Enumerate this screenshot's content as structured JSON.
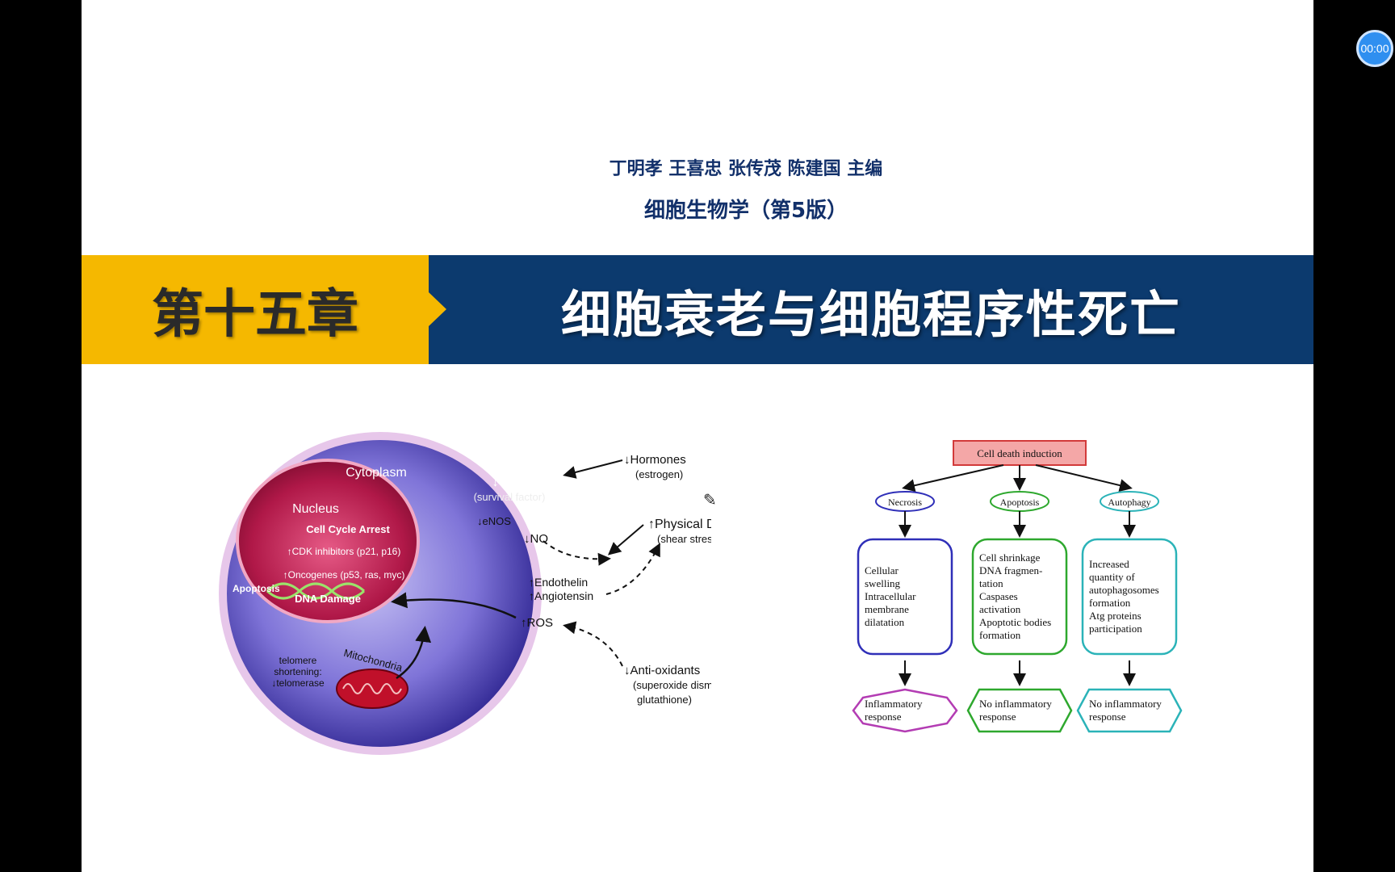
{
  "header": {
    "authors": "丁明孝  王喜忠  张传茂  陈建国  主编",
    "book": "细胞生物学（第5版）"
  },
  "banner": {
    "chapter": "第十五章",
    "title": "细胞衰老与细胞程序性死亡"
  },
  "timer": "00:00",
  "cell_diagram": {
    "cytoplasm": "Cytoplasm",
    "nucleus": "Nucleus",
    "cell_cycle_arrest": "Cell Cycle Arrest",
    "cdk_inhibitors": "↑CDK inhibitors (p21, p16)",
    "oncogenes": "↑Oncogenes (p53, ras, myc)",
    "apoptosis": "Apoptosis",
    "dna_damage": "DNA Damage",
    "telomere_1": "telomere",
    "telomere_2": "shortening:",
    "telomere_3": "↓telomerase",
    "mitochondria": "Mitochondria",
    "akt": "↓ AKT",
    "akt_sub": "(survival factor)",
    "enos": "↓eNOS",
    "no": "↓NO",
    "endothelin": "↑Endothelin",
    "angiotensin": "↑Angiotensin",
    "ros": "↑ROS",
    "hormones": "↓Hormones",
    "hormones_sub": "(estrogen)",
    "physical": "↑Physical Damage",
    "physical_sub": "(shear stress, inflammation)",
    "antiox": "↓Anti-oxidants",
    "antiox_sub1": "(superoxide dismutase,",
    "antiox_sub2": "glutathione)"
  },
  "flowchart": {
    "root": "Cell death induction",
    "branches": [
      {
        "name": "Necrosis",
        "color": "#2f2fb8",
        "lines": [
          "Cellular",
          "swelling",
          "Intracellular",
          "membrane",
          "dilatation"
        ],
        "outcome": [
          "Inflammatory",
          "response"
        ],
        "outcome_color": "#b33cb3"
      },
      {
        "name": "Apoptosis",
        "color": "#2ea82e",
        "lines": [
          "Cell shrinkage",
          "DNA fragmen-",
          "tation",
          "Caspases",
          "activation",
          "Apoptotic bodies",
          "formation"
        ],
        "outcome": [
          "No inflammatory",
          "response"
        ],
        "outcome_color": "#2ea82e"
      },
      {
        "name": "Autophagy",
        "color": "#2bb3b8",
        "lines": [
          "Increased",
          "quantity of",
          "autophagosomes",
          "formation",
          "Atg proteins",
          "participation"
        ],
        "outcome": [
          "No inflammatory",
          "response"
        ],
        "outcome_color": "#2bb3b8"
      }
    ]
  }
}
